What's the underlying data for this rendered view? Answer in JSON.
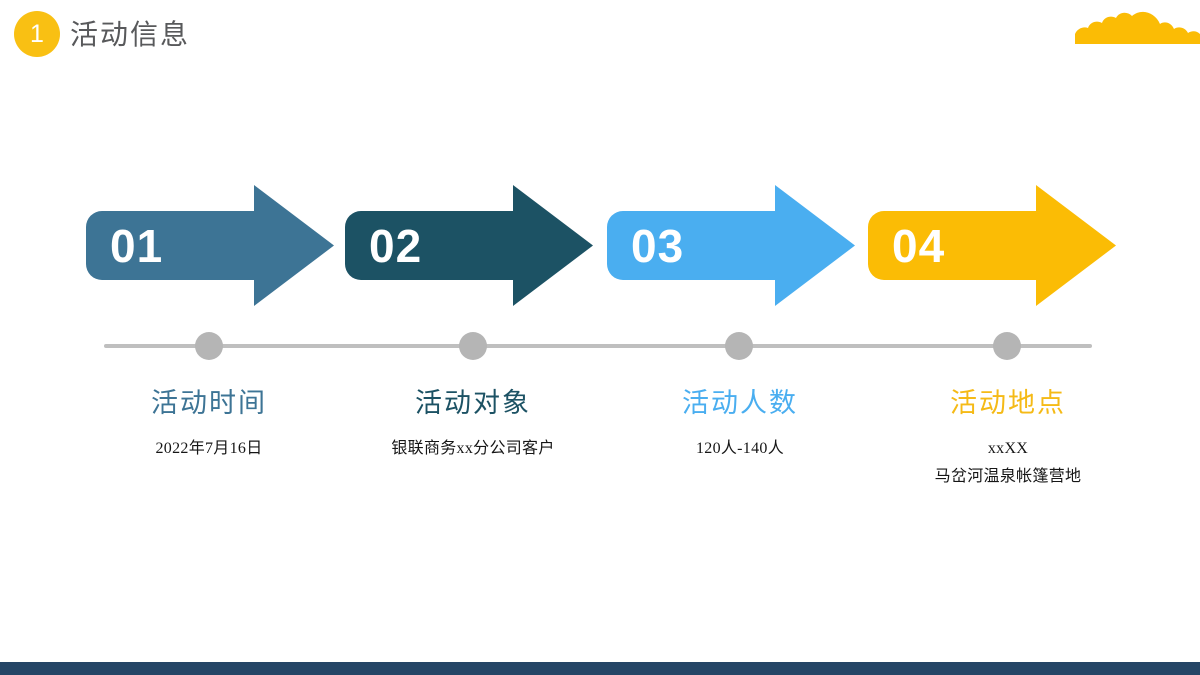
{
  "header": {
    "badge_number": "1",
    "title": "活动信息",
    "badge_color": "#f9c013",
    "title_color": "#58595b",
    "corner_icon": "cloud-shape"
  },
  "theme": {
    "bottom_bar_color": "#254566",
    "timeline_color": "#bfbfbf",
    "timeline_dot_color": "#b5b5b5",
    "page_background": "#ffffff"
  },
  "steps": [
    {
      "number": "01",
      "arrow_color": "#3d7495",
      "title": "活动时间",
      "title_color": "#3d7495",
      "lines": [
        "2022年7月16日"
      ]
    },
    {
      "number": "02",
      "arrow_color": "#1c5264",
      "title": "活动对象",
      "title_color": "#1c5264",
      "lines": [
        "银联商务xx分公司客户"
      ]
    },
    {
      "number": "03",
      "arrow_color": "#4aaef0",
      "title": "活动人数",
      "title_color": "#4aaef0",
      "lines": [
        "120人-140人"
      ]
    },
    {
      "number": "04",
      "arrow_color": "#fbbc05",
      "title": "活动地点",
      "title_color": "#f5ba16",
      "lines": [
        "xxXX",
        "马岔河温泉帐篷营地"
      ]
    }
  ]
}
